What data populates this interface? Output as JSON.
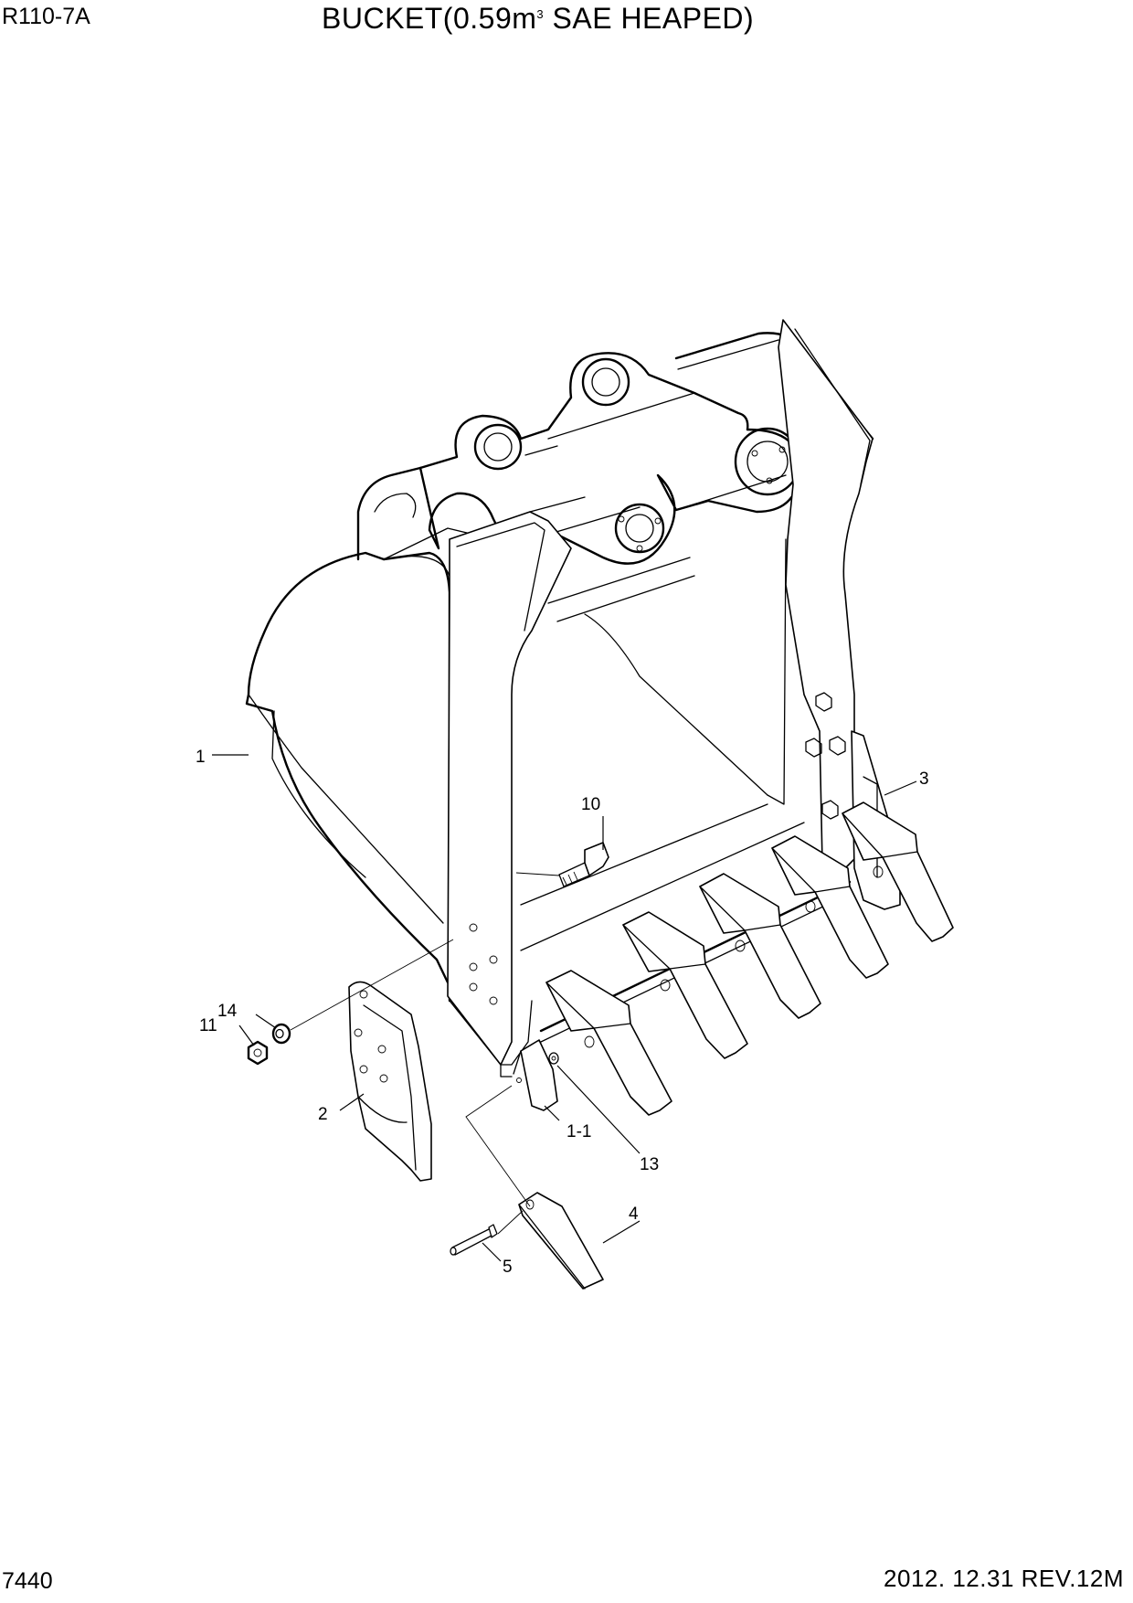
{
  "header": {
    "model": "R110-7A",
    "title_main": "BUCKET(0.59m",
    "title_sup": "3",
    "title_rest": " SAE HEAPED)"
  },
  "footer": {
    "page_number": "7440",
    "date_rev": "2012. 12.31  REV.12M"
  },
  "callouts": {
    "p1": "1",
    "p1_1": "1-1",
    "p2": "2",
    "p3": "3",
    "p4": "4",
    "p5": "5",
    "p10": "10",
    "p11": "11",
    "p13": "13",
    "p14": "14"
  }
}
